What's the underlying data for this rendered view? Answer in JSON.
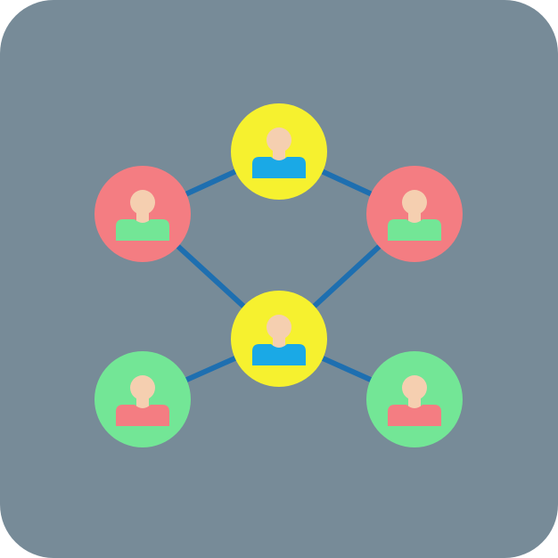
{
  "icon": {
    "name": "social-network-icon",
    "background_color": "#778b98",
    "link_color": "#1e6fb0",
    "skin_color": "#f5cfb0",
    "nodes": [
      {
        "name": "top-center-user-node",
        "circle_color": "#f6f12f",
        "body_color": "#1aa9e6"
      },
      {
        "name": "left-user-node",
        "circle_color": "#f47d82",
        "body_color": "#73e696"
      },
      {
        "name": "right-user-node",
        "circle_color": "#f47d82",
        "body_color": "#73e696"
      },
      {
        "name": "center-user-node",
        "circle_color": "#f6f12f",
        "body_color": "#1aa9e6"
      },
      {
        "name": "bottom-left-user-node",
        "circle_color": "#73e696",
        "body_color": "#f47d82"
      },
      {
        "name": "bottom-right-user-node",
        "circle_color": "#73e696",
        "body_color": "#f47d82"
      }
    ]
  }
}
